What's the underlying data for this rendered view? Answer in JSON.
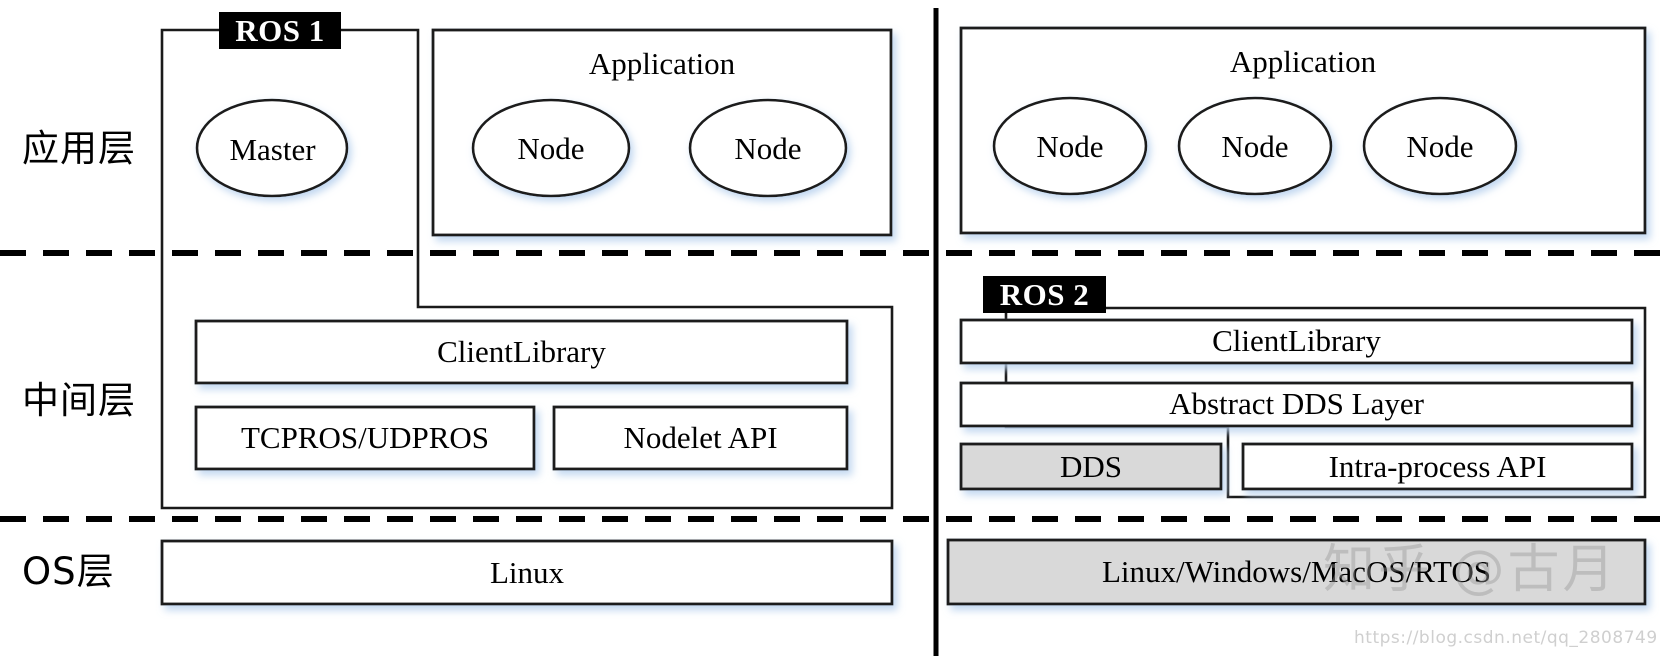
{
  "diagram": {
    "title": "ROS 1 vs ROS 2 architecture comparison",
    "colors": {
      "stroke": "#1a1a1a",
      "badge_bg": "#000000",
      "badge_fg": "#ffffff",
      "fill_white": "#ffffff",
      "fill_gray": "#d9d9d9",
      "background": "#ffffff",
      "shadow_tint": "#dce7f5",
      "watermark": "#9a9a9a"
    }
  },
  "layer_labels": [
    {
      "id": "application-layer",
      "text": "应用层"
    },
    {
      "id": "middleware-layer",
      "text": "中间层"
    },
    {
      "id": "os-layer",
      "text": "OS层"
    }
  ],
  "left": {
    "badge": "ROS 1",
    "application": {
      "title": "Application",
      "nodes": [
        "Node",
        "Node"
      ]
    },
    "master": "Master",
    "middleware": {
      "client_library": "ClientLibrary",
      "transport": "TCPROS/UDPROS",
      "nodelet": "Nodelet API"
    },
    "os": {
      "label": "Linux",
      "filled": false
    }
  },
  "right": {
    "badge": "ROS 2",
    "application": {
      "title": "Application",
      "nodes": [
        "Node",
        "Node",
        "Node"
      ]
    },
    "middleware": {
      "client_library": "ClientLibrary",
      "abstract_dds": "Abstract DDS Layer",
      "dds": "DDS",
      "intra_process": "Intra-process API"
    },
    "os": {
      "label": "Linux/Windows/MacOS/RTOS",
      "filled": true
    }
  },
  "watermark": {
    "handle": "知乎 @古月",
    "url": "https://blog.csdn.net/qq_2808749"
  }
}
